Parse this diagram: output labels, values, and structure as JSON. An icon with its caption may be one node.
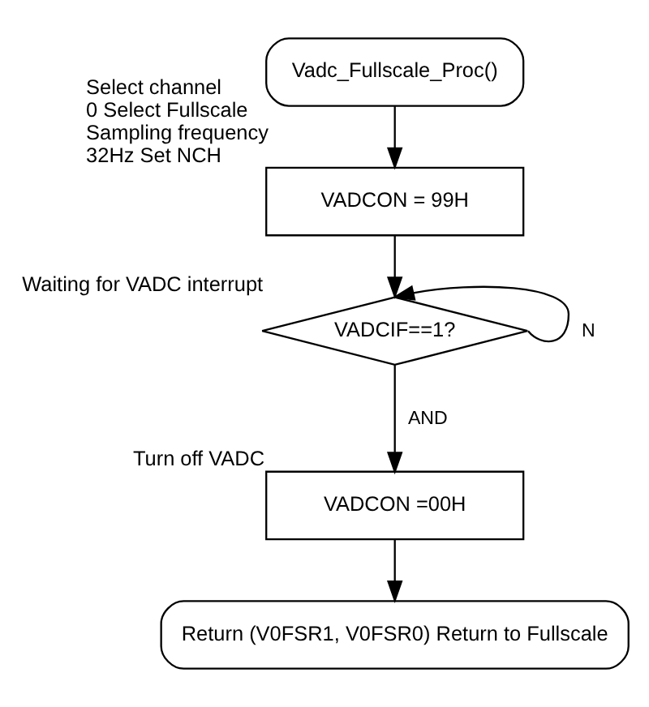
{
  "diagram": {
    "nodes": [
      {
        "text": [
          "Vadc_Fullscale_Proc()"
        ]
      },
      {
        "text": [
          "VADCON = 99H"
        ],
        "beside": [
          "Select channel",
          "0 Select Fullscale",
          "Sampling frequency",
          "32Hz Set NCH"
        ]
      },
      {
        "text": [
          "VADCIF==1?"
        ],
        "beside": [
          "Waiting for VADC interrupt"
        ]
      },
      {
        "text": [
          "VADCON =00H"
        ],
        "beside": [
          "Turn off VADC"
        ]
      },
      {
        "text": [
          "Return (V0FSR1, V0FSR0) Return to Fullscale"
        ]
      }
    ],
    "edges": [
      {
        "from": 0,
        "to": 1,
        "arrow": "to"
      },
      {
        "from": 1,
        "to": 2,
        "arrow": "to"
      },
      {
        "from": 2,
        "to": 2,
        "arrow": "to",
        "label": "N"
      },
      {
        "from": 2,
        "to": 3,
        "arrow": "to",
        "label": "AND"
      },
      {
        "from": 3,
        "to": 4,
        "arrow": "to"
      }
    ]
  }
}
